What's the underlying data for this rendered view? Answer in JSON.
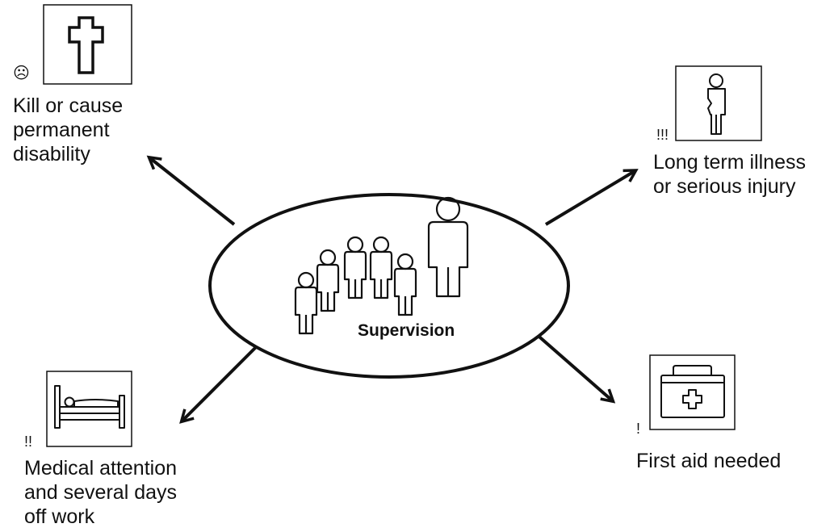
{
  "center": {
    "label": "Supervision"
  },
  "outcomes": {
    "kill": {
      "marker": "☹",
      "lines": [
        "Kill or cause",
        "permanent",
        "disability"
      ],
      "icon": "cross-icon"
    },
    "long_term": {
      "marker": "!!!",
      "lines": [
        "Long term illness",
        "or serious injury"
      ],
      "icon": "injured-person-icon"
    },
    "medical": {
      "marker": "!!",
      "lines": [
        "Medical attention",
        "and several days",
        "off work"
      ],
      "icon": "hospital-bed-icon"
    },
    "first_aid": {
      "marker": "!",
      "lines": [
        "First aid needed"
      ],
      "icon": "first-aid-kit-icon"
    }
  },
  "colors": {
    "stroke": "#111111",
    "background": "#ffffff"
  }
}
